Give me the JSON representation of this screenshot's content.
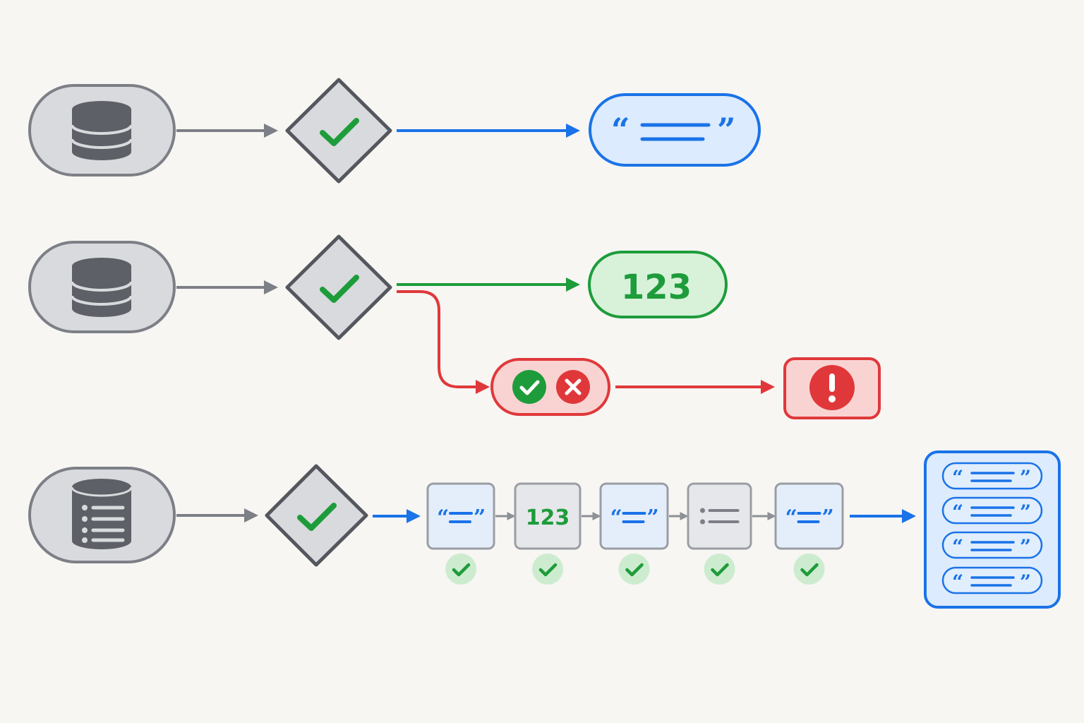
{
  "colors": {
    "background": "#f7f6f3",
    "gray": "#7c7f86",
    "gray_dark": "#54575d",
    "gray_fill": "#d9dadd",
    "db_icon": "#5d6066",
    "blue": "#1a73e8",
    "blue_fill": "#dcebfd",
    "green": "#1e9c3b",
    "green_fill": "#d8f2da",
    "green_badge": "#cdeccf",
    "red": "#e0383a",
    "red_fill": "#f9d3d2"
  },
  "icons": {
    "database": "database-icon",
    "database_list": "database-list-icon",
    "check": "check-icon",
    "cross": "cross-icon",
    "alert": "exclamation-icon",
    "quote": "quote-text-icon",
    "list": "list-icon"
  },
  "row2": {
    "number_label": "123"
  },
  "row3": {
    "steps": [
      {
        "kind": "quote",
        "label": ""
      },
      {
        "kind": "number",
        "label": "123"
      },
      {
        "kind": "quote",
        "label": ""
      },
      {
        "kind": "list",
        "label": ""
      },
      {
        "kind": "quote",
        "label": ""
      }
    ]
  }
}
